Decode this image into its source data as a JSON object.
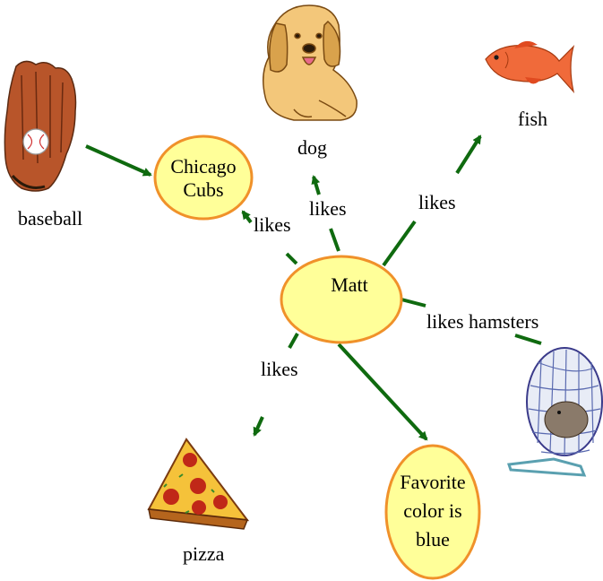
{
  "center": {
    "label": "Matt"
  },
  "nodes": {
    "cubs": {
      "line1": "Chicago",
      "line2": "Cubs"
    },
    "blue": {
      "line1": "Favorite",
      "line2": "color is",
      "line3": "blue"
    }
  },
  "pictures": {
    "dog": "dog",
    "fish": "fish",
    "baseball": "baseball",
    "pizza": "pizza"
  },
  "edges": {
    "dog": "likes",
    "fish": "likes",
    "cubs": "likes",
    "pizza": "likes",
    "hamster": "likes hamsters"
  },
  "colors": {
    "node_fill": "#ffff99",
    "node_stroke": "#f0912a",
    "arrow": "#0f6a0f"
  }
}
